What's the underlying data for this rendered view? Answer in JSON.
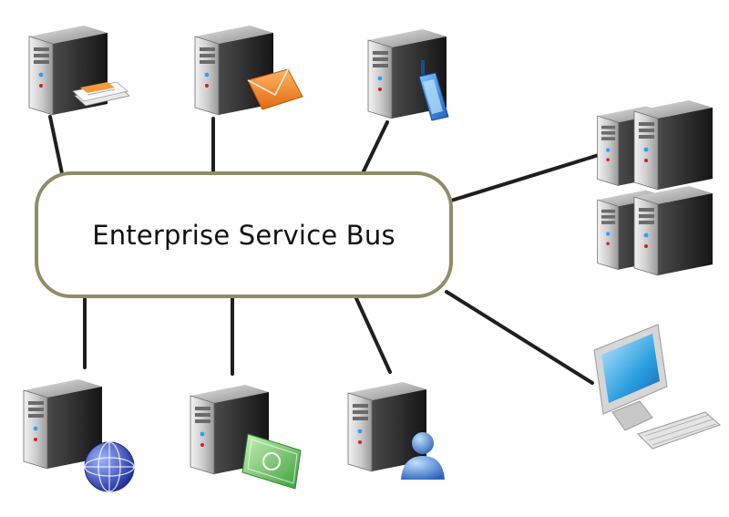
{
  "diagram": {
    "bus": {
      "label": "Enterprise Service Bus"
    },
    "colors": {
      "bus_border": "#8d8d68",
      "connector": "#1f1f1f",
      "server_face": "#d9d9d9",
      "server_side": "#2b2b2b",
      "envelope": "#f08a2a",
      "globe": "#3a4fb8",
      "money": "#58b848",
      "monitor": "#29a6e8",
      "user": "#4f8fd8"
    },
    "nodes": [
      {
        "id": "document-server",
        "accessory": "document-icon"
      },
      {
        "id": "mail-server",
        "accessory": "envelope-icon"
      },
      {
        "id": "mobile-server",
        "accessory": "mobile-phone-icon"
      },
      {
        "id": "server-cluster",
        "accessory": "server-cluster-icon"
      },
      {
        "id": "web-server",
        "accessory": "globe-icon"
      },
      {
        "id": "payment-server",
        "accessory": "money-icon"
      },
      {
        "id": "user-server",
        "accessory": "user-icon"
      },
      {
        "id": "client-workstation",
        "accessory": "desktop-computer-icon"
      }
    ]
  }
}
